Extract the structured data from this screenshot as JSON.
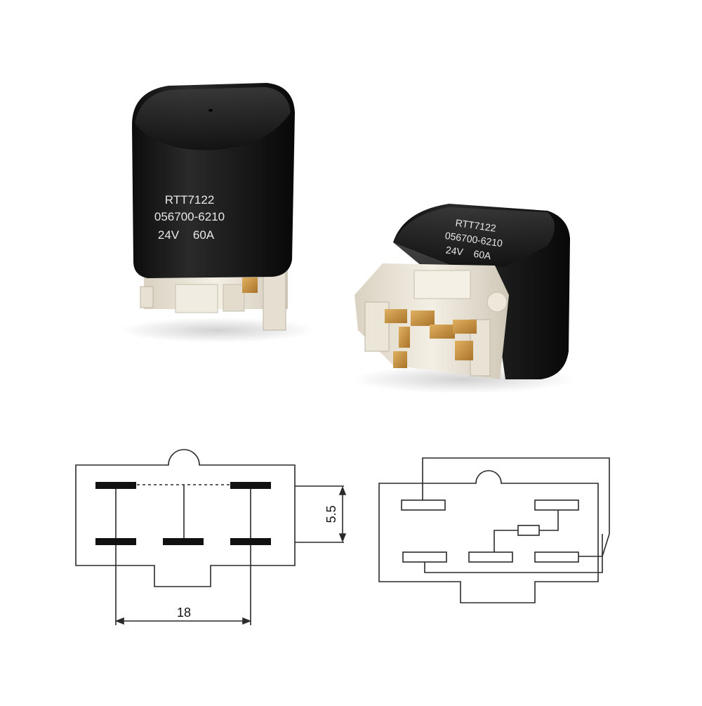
{
  "relay_front": {
    "model": "RTT7122",
    "part_number": "056700-6210",
    "voltage": "24V",
    "current": "60A"
  },
  "relay_back": {
    "model": "RTT7122",
    "part_number": "056700-6210",
    "voltage": "24V",
    "current": "60A"
  },
  "footprint_diagram": {
    "pin_spacing_label": "5.5",
    "width_label": "18"
  },
  "colors": {
    "housing": "#161616",
    "base": "#ece6d8",
    "terminal": "#c8913c",
    "line": "#2a2a2a"
  }
}
